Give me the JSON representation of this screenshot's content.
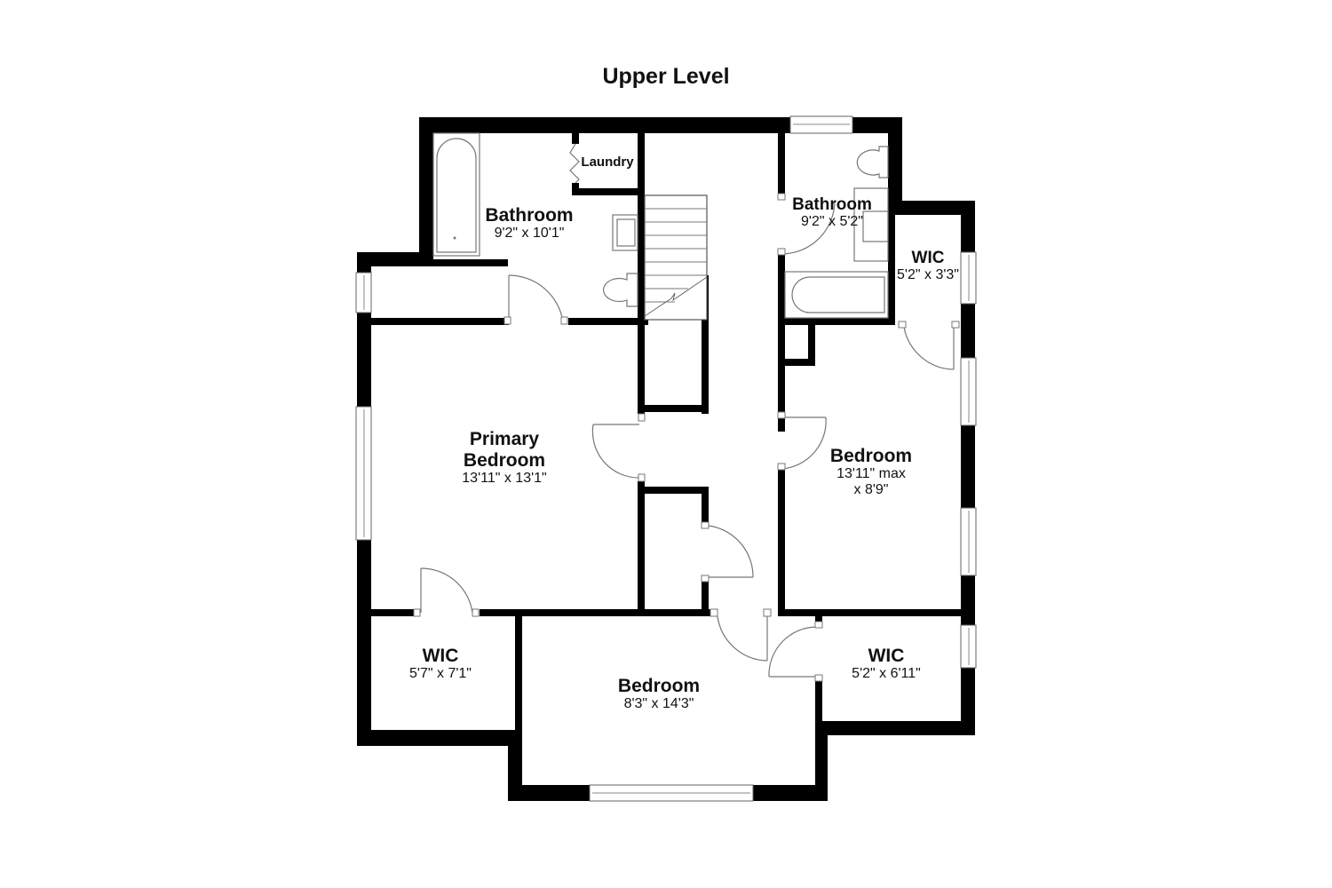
{
  "plan": {
    "title": "Upper Level",
    "rooms": [
      {
        "id": "bathroom-1",
        "name": "Bathroom",
        "dims": "9'2\" x 10'1\""
      },
      {
        "id": "laundry",
        "name": "Laundry",
        "dims": ""
      },
      {
        "id": "bathroom-2",
        "name": "Bathroom",
        "dims": "9'2\" x 5'2\""
      },
      {
        "id": "wic-1",
        "name": "WIC",
        "dims": "5'2\" x 3'3\""
      },
      {
        "id": "primary-bedroom",
        "name": "Primary\nBedroom",
        "name_line1": "Primary",
        "name_line2": "Bedroom",
        "dims": "13'11\" x 13'1\""
      },
      {
        "id": "bedroom-1",
        "name": "Bedroom",
        "dims_line1": "13'11\" max",
        "dims_line2": "x 8'9\""
      },
      {
        "id": "wic-2",
        "name": "WIC",
        "dims": "5'7\" x 7'1\""
      },
      {
        "id": "bedroom-2",
        "name": "Bedroom",
        "dims": "8'3\" x 14'3\""
      },
      {
        "id": "wic-3",
        "name": "WIC",
        "dims": "5'2\" x 6'11\""
      }
    ],
    "colors": {
      "wall": "#000000",
      "background": "#ffffff",
      "fixture_line": "#777777"
    }
  }
}
